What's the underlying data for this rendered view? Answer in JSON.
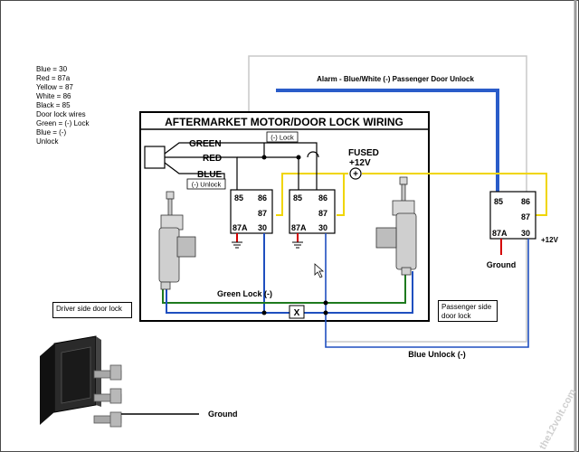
{
  "title": "AFTERMARKET MOTOR/DOOR LOCK WIRING",
  "legend": [
    "Blue = 30",
    "Red = 87a",
    "Yellow = 87",
    "White = 86",
    "Black = 85",
    "Door lock wires",
    "Green = (-) Lock",
    "Blue = (-)",
    "Unlock"
  ],
  "wire_labels": {
    "green": "GREEN",
    "red": "RED",
    "blue": "BLUE",
    "neg_lock": "(-) Lock",
    "neg_unlock": "(-) Unlock",
    "fused": "FUSED",
    "plus12_main": "+12V",
    "plus_symbol": "+",
    "green_lock": "Green Lock (-)",
    "x_mark": "X",
    "alarm": "Alarm - Blue/White (-) Passenger Door Unlock",
    "blue_unlock": "Blue Unlock (-)",
    "relay_ground": "Ground",
    "plus12_right": "+12V",
    "switch_ground": "Ground"
  },
  "relays": [
    {
      "pin85": "85",
      "pin86": "86",
      "pin87": "87",
      "pin87a": "87A",
      "pin30": "30"
    },
    {
      "pin85": "85",
      "pin86": "86",
      "pin87": "87",
      "pin87a": "87A",
      "pin30": "30"
    },
    {
      "pin85": "85",
      "pin86": "86",
      "pin87": "87",
      "pin87a": "87A",
      "pin30": "30"
    }
  ],
  "boxes": {
    "driver": "Driver side door lock",
    "passenger": "Passenger side door lock"
  },
  "watermark": "the12volt.com",
  "colors": {
    "blue_wire": "#1f4fbf",
    "alarm_wire": "#2a5cc9",
    "yellow_wire": "#f0d500",
    "green_wire": "#1e7a1e",
    "white_wire": "#c8c8c8",
    "red_wire": "#d40000",
    "panel_border": "#4a4a4a"
  }
}
